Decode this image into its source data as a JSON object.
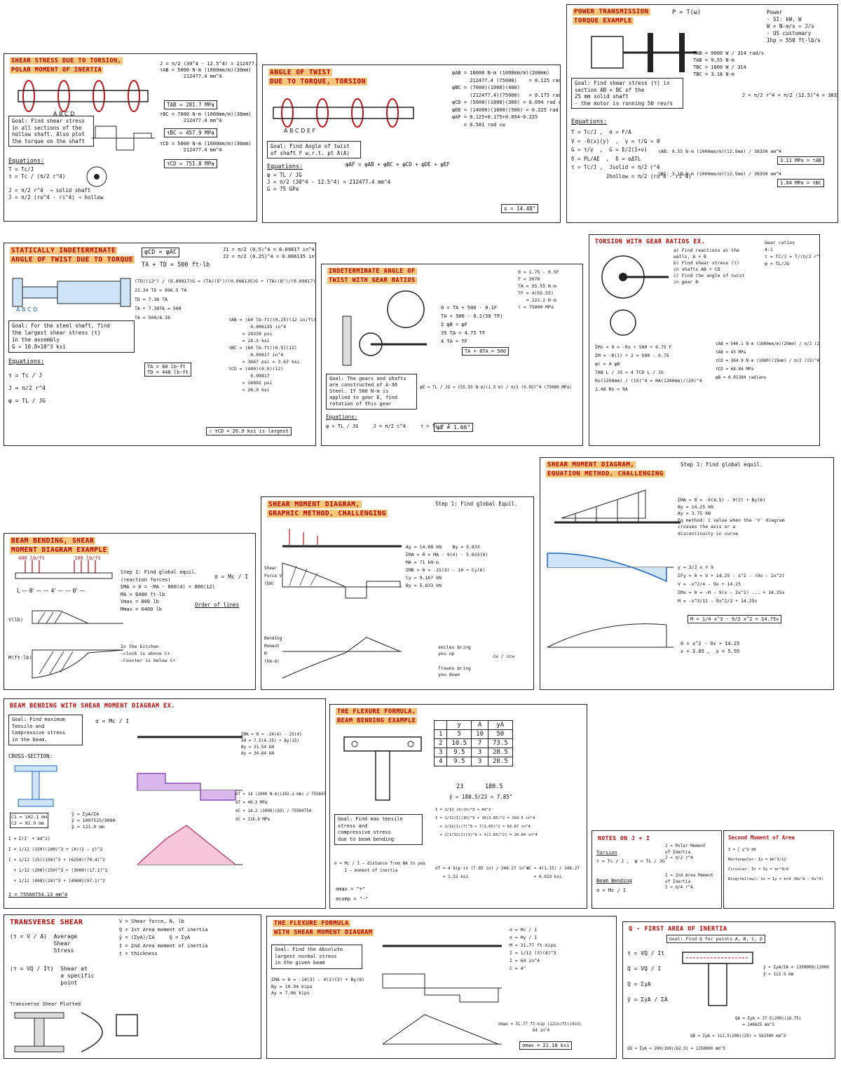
{
  "panels": {
    "shear_torsion": {
      "title_line1": "SHEAR STRESS DUE TO TORSION,",
      "title_line2": "POLAR MOMENT OF INERTIA",
      "goal": "Goal: Find shear stress\nin all sections of the\nhollow shaft. Also plot\nthe torque on the shaft",
      "equations_label": "Equations:",
      "equations": "T = Tc/J\nτ = Tc / (π/2 r^4)\n\nJ = π/2 r^4  → solid shaft\nJ = π/2 (ro^4 - ri^4) → hollow",
      "right_eqs": "J = π/2 (30^4 - 12.5^4) = 212477.4 mm^4\nτAB = 5000 N·m (1000mm/m)(30mm)\n        212477.4 mm^4",
      "tab_value": "TAB = 281.7 MPa",
      "tbc_eq": "τBC = 7000 N·m (1000mm/m)(30mm)\n        212477.4 mm^4",
      "tbc_value": "τBC = 457.9 MPa",
      "tcd_eq": "τCD = 5000 N·m (1000mm/m)(30mm)\n        212477.4 mm^4",
      "tcd_value": "τCD = 751.8 MPa"
    },
    "angle_twist": {
      "title_line1": "ANGLE OF TWIST",
      "title_line2": "DUE TO TORQUE, TORSION",
      "goal": "Goal: Find Angle of twist\nof shaft F w.r.t. pt A(A)",
      "equations_label": "Equations:",
      "equations": "φ = TL / JG\nJ = π/2 (30^4 - 12.5^4) = 212477.4 mm^4\nG = 75 GPa",
      "mid_eq": "φAF = φAB + φBC + φCD + φDE + φEF",
      "right_eqs": "φAB = 10000 N·m (1000mm/m)(200mm)\n      212477.4 (75000)    = 0.125 rad cw\nφBC = (7000)(1000)(400)\n      (212477.4)(75000)   = 0.175 rad cw\nφCD = (5000)(1000)(300) = 0.094 rad cw\nφDE = (14000)(1000)(500) = 0.225 rad cw\nφAF = 0.125+0.175+0.094-0.225\n    = 0.581 rad cw",
      "answer": "x = 14.48°"
    },
    "power": {
      "title_line1": "POWER TRANSMISSION",
      "title_line2": "TORQUE EXAMPLE",
      "header_eq": "P = T(ω)",
      "power_notes": "Power\n- SI: kW, W\nW = N·m/s = J/s\n- US customary\n1hp = 550 ft·lb/s",
      "goal": "Goal: Find shear stress (τ) in\nsection AB + BC of the\n25 mm solid shaft\n- the motor is running 50 rev/s",
      "equations_label": "Equations:",
      "equations": "T = Tc/J ,  σ = F/A\nV = -6(x)(y)  ,  γ = τ/G = θ\nG = τ/γ  ,  G = E/2(1+ν)\nδ = PL/AE  ,  δ = αΔTL\nτ = Tc/J ,  Jsolid = π/2 r^4\n           Jhollow = π/2 (ro^4 - ri^4)",
      "torques": "TAB = 9000 W / 314 rad/s\nTAB = 9.55 N·m\nTBC = 1000 W / 314\nTBC = 3.18 N·m",
      "j_value": "J = π/2 r^4 = π/2 (12.5)^4 = 38350 mm^4",
      "tab_stress": "τAB: 9.55 N·m (1000mm/m)(12.5mm) / 38350 mm^4",
      "tab_result": "3.11 MPa = τAB",
      "tbc_stress": "τBC: 3.18 N·m (1000mm/m)(12.5mm) / 38350 mm^4",
      "tbc_result": "1.04 MPa = τBC"
    },
    "indeterminate": {
      "title_line1": "STATICALLY INDETERMINATE",
      "title_line2": "ANGLE OF TWIST DUE TO TORQUE",
      "top_eq": "φCD = φAC",
      "sum_eq": "TA + TD = 500 ft·lb",
      "j_eqs": "J1 = π/2 (0.5)^4 = 0.09817 in^4\nJ2 = π/2 (0.25)^4 = 0.006135 in^4",
      "goal": "Goal: For the steel shaft, find\nthe largest shear stress (τ)\nin the assembly\nG = 10.8×10^3 ksi",
      "equations_label": "Equations:",
      "equations": "τ = Tc / J\nJ = π/2 r^4\nφ = TL / JG",
      "work": "(TD)(12\") / (0.09817)G = (TA)(5\")/(0.006135)G + (TA)(8\")/(0.09817)G\n22.24 TD = 896.5 TA\nTD = 7.38 TA\nTA + 7.38TA = 500\nTA = 500/8.38",
      "ta_td": "TA = 60 lb·ft\nTD = 440 lb·ft",
      "right_work": "τAB = (60 lb·ft)(0.25)(12 in/ft)\n        0.006135 in^4\n     = 29339 psi\n     = 29.3 ksi\nτBC = (60 lb·ft)(0.5)(12)\n        0.09817 in^4\n     = 3667 psi = 3.67 ksi\nτCD = (440)(0.5)(12)\n        0.09817\n     = 26892 psi\n     = 26.9 ksi",
      "largest": "∴ τCD = 26.9 ksi is largest"
    },
    "gear_indet": {
      "title_line1": "INDETERMINATE ANGLE OF",
      "title_line2": "TWIST WITH GEAR RATIOS",
      "goal": "Goal: The gears and shafts\nare constructed of A-36\nSteel. If 500 N·m is\napplied to gear E, find\nrotation of this gear",
      "equations_label": "Equations:",
      "equations": "φ = TL / JG     J = π/2 c^4     τ = Tc / J",
      "work": "0 = TA + 500 - 0.1F\nTA + 500 - 0.1(50 TF)\n2 φB = φF\n35 TA = 4.75 TF\n4 TA = TF",
      "result_box": "TA + 8TA = 500",
      "right_work": "0 = 1.75 - 0.5F\nF = 3070\nTA = 55.55 N·m\nTF = 4(55.55)\n   = 222.2 N·m\nτ = 75000 MPa",
      "phi_eq": "φE = TL / JG = (55.55 N·m)(1.5 m) / π/2 (0.02)^4 (75000 MPa)",
      "phi_result": "φE = 1.66°"
    },
    "gear_ratio": {
      "title": "TORSION WITH GEAR RATIOS EX.",
      "questions": "a) Find reactions at the\nwalls, A + B\nb) Find shear stress (τ)\nin shafts AB + CD\nc) Find the angle of twist\nin gear B",
      "gear_notes": "Gear ratios\n4:1\nτ = TC/J = T/(π/2 r^4)\nφ = TL/JG",
      "work": "ΣMx = 0 = -Ro + 500 + 0.75 F\nΣM = -R(1) + 2 = 500 - 0.75\nφc = 4 φB\nTAB L / JG = 4 TCD L / JG\nRo(1250mm) / (15)^4 = RA(1200mm)/(20)^4\n1.48 Ro = RA",
      "right_work": "τAB = 540.1 N·m (1000mm/m)(20mm) / π/2 (20)^4 mm^4\nτAB = 43 MPa\nτCD = 364.9 N·m (1000)(15mm) / π/2 (15)^4\nτCD = 68.84 MPa\nφB = 0.01384 radians"
    },
    "beam_bending": {
      "title_line1": "BEAM BENDING, SHEAR",
      "title_line2": "MOMENT DIAGRAM EXAMPLE",
      "load1": "400 lb/ft",
      "load2": "100 lb/ft",
      "step": "Step 1: Find global equil.\n(reaction forces)\nΣMA = 0 = -MA - 800(4) + 800(12)\nMA = 6400 ft·lb\nVmax = 800 lb\nMmax = 6400 lb",
      "sigma": "σ = Mc / I",
      "order": "Order of lines",
      "kitchen": "In the kitchen\n-clock is above C+\n-Counter is below C+",
      "v_label": "V(lb)",
      "m_label": "M(ft·lb)"
    },
    "smd_graphic": {
      "title_line1": "SHEAR MOMENT DIAGRAM,",
      "title_line2": "GRAPHIC METHOD, CHALLENGING",
      "step": "Step 1: Find global Equil.",
      "work": "Ay = 14.88 kN    By = 5.833\nΣMA = 0 = MA - 9(4) - 5.833(6)\nMA = 71 kN·m\nΣMB = 0 = -15(3) - 10 + Cy(6)\nCy = 9.167 kN\nBy = 5.833 kN",
      "v_label": "Shear Force V (kN)",
      "m_label": "Bending Moment M (kN·m)",
      "smiles": "smiles bring\nyou up",
      "frowns": "frowns bring\nyou down",
      "cwccw": "cw / ccw"
    },
    "smd_equation": {
      "title_line1": "SHEAR MOMENT DIAGRAM,",
      "title_line2": "EQUATION METHOD, CHALLENGING",
      "step": "Step 1: Find global equil.",
      "work": "ΣMA = 0 = -9(4.5) - 9(2) + By(6)\nBy = 14.25 kN\nAy = 3.75 kN\nEq method: I value when the 'V' diagram\ncrosses the axis or a\ndiscontinuity in curve",
      "eqs": "y = 3/2 x + 9\nΣFy = 0 = V + 14.25 - x^2 - (9x - 2x^2)\nV = -x^2/4 - 9x + 14.25\nΣMx = 0 = -M - 9(x - 2x^2) ... + 14.25x\nM = -x^3/12 - 9x^2/2 + 14.25x",
      "m_result": "M = 1/4 x^3 - 9/2 x^2 + 14.75x",
      "roots": "0 = x^2 - 9x + 14.25\nx = 3.05 ,  x = 5.95"
    },
    "beam_smd_ex": {
      "title": "BEAM BENDING WITH SHEAR MOMENT DIAGRAM EX.",
      "goal": "Goal: Find maximum\nTensile and\nCompressive stress\nin the beam.",
      "sigma": "σ = Mc / I",
      "cross": "CROSS-SECTION:",
      "ybar": "ȳ = ΣyA/ΣA\nȳ = 1097525/9000\nȳ = 121.9 mm",
      "centroid": "C1 = 102.1 mm\nC2 = 92.9 mm",
      "inertia": "I = Σ(I' + Ad^2)\nI = 1/12 (150)(100)^3 + (A)(ȳ - y)^2\nI = 1/12 (25)(150)^3 + (6250)(70.4)^2\n  + 1/12 (200)(150)^3 + (3000)(17.1)^2\n  + 1/12 (400)(10)^3 + (4000)(97.1)^2",
      "i_result": "I = 75560754.13 mm^4",
      "moment": "ΣMA = 0 = -24(4) - 25(4)\n50 = 7.5(4.25) + By(15)\nBy = 31.54 kN\nAy = 34.64 kN",
      "stress": "σT = 14 (1000 N·m)(102.1 mm) / 75560754 mm^4\nσT = 40.3 MPa\nσC = 14.2 (1000)(93) / 75560754\nσC = 116.8 MPa"
    },
    "flexure": {
      "title_line1": "THE FLEXURE FORMULA,",
      "title_line2": "BEAM BENDING EXAMPLE",
      "table_header": [
        "",
        "y",
        "A",
        "yA"
      ],
      "table_rows": [
        [
          "1",
          "5",
          "10",
          "50"
        ],
        [
          "2",
          "10.5",
          "7",
          "73.5"
        ],
        [
          "3",
          "9.5",
          "3",
          "28.5"
        ],
        [
          "4",
          "9.5",
          "3",
          "28.5"
        ]
      ],
      "sums": "23      180.5",
      "ybar": "ȳ = 180.5/23 = 7.85\"",
      "inertia": "I = 1/12 (b)(h)^3 + Ad^2\nI = 1/12(1)(10)^3 + 10(2.85)^2 = 164.5 in^4\n  + 1/12(1)(7)^3 + 7(2.65)^2 = 62.87 in^4\n  + 2[1/12(1)(3)^3 + 3(1.65)^2] = 20.84 in^4",
      "goal": "Goal: Find max tensile\nstress and\ncompressive stress\ndue to beam bending",
      "sigma_eq": "σ = Mc / I — distance from NA to pos\n    I — moment of inertia",
      "sigma_t": "σmax = \"+\"",
      "sigma_c": "σcomp = \"-\"",
      "result": "σT = 4 kip·in (7.85 in) / 248.27 in^4\n   = 1.52 ksi",
      "result2": "σC = 4(1.15) / 248.27\n   = 0.019 ksi"
    },
    "notes_ji": {
      "title": "NOTES ON J + I",
      "torsion_label": "Torsion",
      "torsion": "τ = Tc / J ,  φ = TL / JG",
      "bending_label": "Beam Bending",
      "bending": "σ = Mc / I",
      "j_def": "J = Polar Moment\nof Inertia\nJ = π/2 r^4",
      "i_def": "I = 2nd Area Moment\nof Inertia\nI = π/4 r^4",
      "second_title": "Second Moment of Area",
      "second": "I = ∫ y^2 dA\nRectangular: Iy = bh^3/12\nCircular: Ix = Iy = πr^4/4\nRing(hollow): Ix = Iy = π/4 (Ro^4 - Ri^4)"
    },
    "transverse": {
      "title": "TRANSVERSE SHEAR",
      "vq_def": "V = Shear force, N, lb\nQ = 1st Area moment of inertia\nȳ = (ΣyA)/ΣA     Q = ΣyA\nI = 2nd Area moment of inertia\nt = thickness",
      "avg": "(τ = V / A)  Average\n             Shear\n             Stress",
      "local": "(τ = VQ / It)  Shear at\n               a specific\n               point",
      "plotted": "Transverse Shear Plotted"
    },
    "flexure_smd": {
      "title_line1": "THE FLEXURE FORMULA",
      "title_line2": "WITH SHEAR MOMENT DIAGRAM",
      "goal": "Goal: Find the Absolute\nlargest normal stress\nin the given beam",
      "work": "ΣMA = 0 = -14(3) - 4(2)(3) + By(8)\nBy = 10.94 kips\nAy = 7.06 kips",
      "sigma": "σ = Mc / I\nσ = My / I\nM = 31.77 ft·kips\nI = 1/12 (3)(8)^3\nI = 64 in^4\nC = 4\"",
      "result": "σmax = 31.77 ft·kip (12in/ft)(4in)\n              64 in^4",
      "final": "σmax = 21.18 ksi"
    },
    "q_first": {
      "title": "Q - FIRST AREA OF INERTIA",
      "goal": "Goal: Find Q for points A, B, C, D",
      "eqs": "τ = VQ / It\nQ = VQ / I\nQ = ΣyA\nȳ = ΣyA / ΣA",
      "ybar": "ȳ = ΣyA/ΣA = 1350000/12000\nȳ = 112.5 mm",
      "qa": "QA = ΣyA = 37.5(200)(18.75)\n   = 140625 mm^3",
      "qb": "QB = ΣyA = 112.5(200)(25) = 562500 mm^3",
      "qd": "QD = ΣyA = 200(100)(62.5) = 1250000 mm^3"
    }
  }
}
